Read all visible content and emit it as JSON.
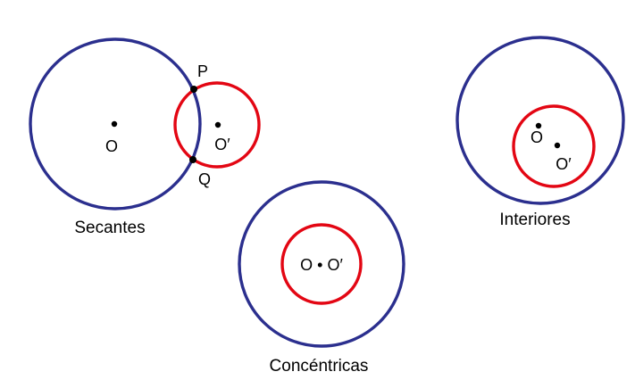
{
  "colors": {
    "outer_circle": "#2b2f8e",
    "inner_circle": "#e30613",
    "point": "#000000",
    "text": "#000000"
  },
  "figures": {
    "secantes": {
      "caption": "Secantes",
      "center_outer_label": "O",
      "center_inner_label": "O′",
      "intersection_top_label": "P",
      "intersection_bottom_label": "Q"
    },
    "concentricas": {
      "caption": "Concéntricas",
      "shared_center_label": "O • O′"
    },
    "interiores": {
      "caption": "Interiores",
      "center_outer_label": "O",
      "center_inner_label": "O′"
    }
  }
}
